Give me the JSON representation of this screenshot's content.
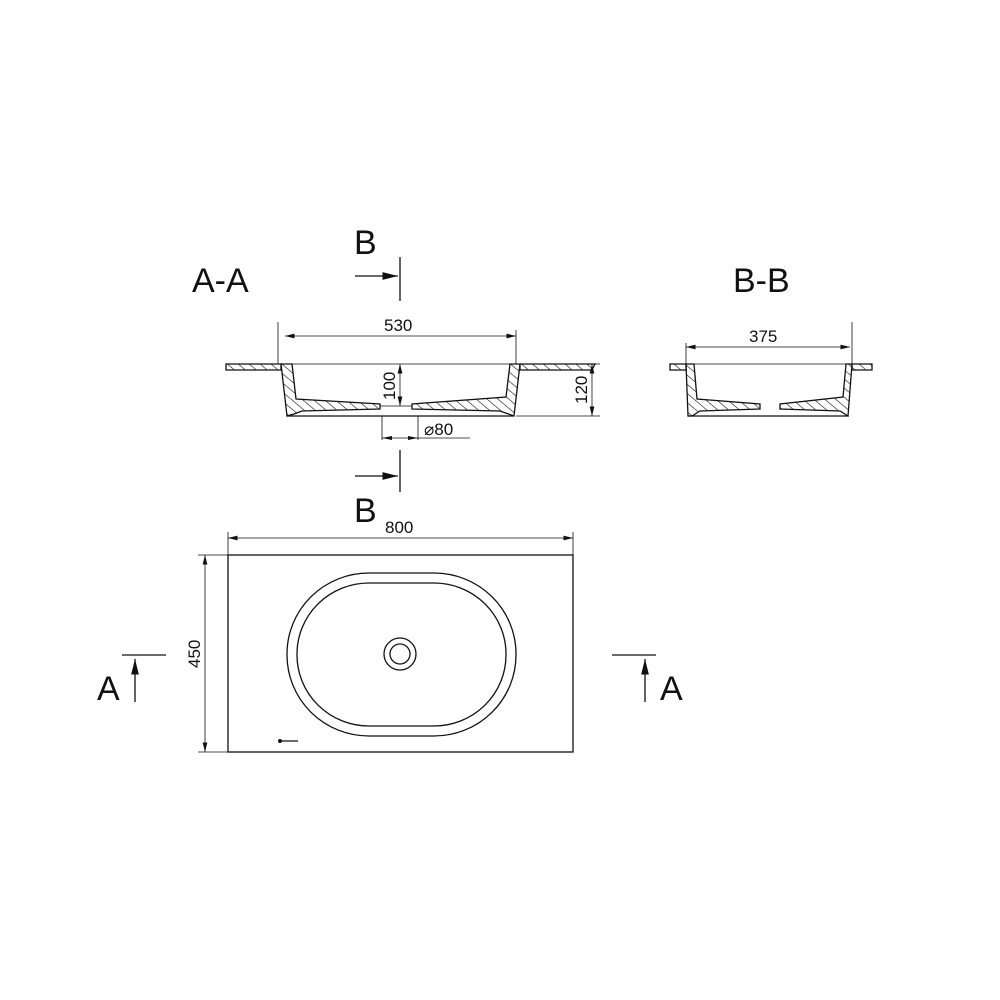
{
  "title_section_aa": "A-A",
  "title_section_bb": "B-B",
  "section_marker_b_top": "B",
  "section_marker_b_bottom": "B",
  "section_marker_a_left": "A",
  "section_marker_a_right": "A",
  "dimensions": {
    "bowl_length": "530",
    "inner_depth": "100",
    "total_depth": "120",
    "drain_diameter": "⌀80",
    "bowl_width": "375",
    "slab_length": "800",
    "slab_width": "450"
  }
}
